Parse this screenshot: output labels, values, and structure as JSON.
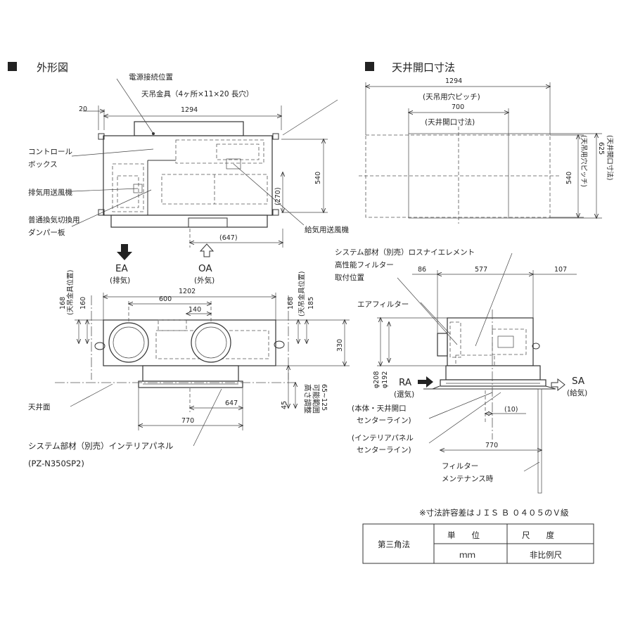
{
  "headings": {
    "outline": "外形図",
    "ceiling_opening": "天井開口寸法"
  },
  "outline_top": {
    "label_power_connection": "電源接続位置",
    "label_hanger": "天吊金具（4ヶ所×11×20 長穴）",
    "dim_20": "20",
    "dim_1294": "1294",
    "label_control_box_1": "コントロール",
    "label_control_box_2": "ボックス",
    "label_exhaust_fan": "排気用送風機",
    "label_damper_1": "普通換気切換用",
    "label_damper_2": "ダンパー板",
    "label_supply_fan": "給気用送風機",
    "dim_540": "540",
    "dim_270": "(270)",
    "dim_647": "(647)"
  },
  "outline_front": {
    "ea_1": "EA",
    "ea_2": "(排気)",
    "oa_1": "OA",
    "oa_2": "(外気)",
    "hanger_pos_left": "(天吊金具位置)",
    "hanger_pos_right": "(天吊金具位置)",
    "dim_168_l": "168",
    "dim_160": "160",
    "dim_168_r": "168",
    "dim_185": "185",
    "dim_1202": "1202",
    "dim_600": "600",
    "dim_140": "140",
    "dim_330": "330",
    "label_ceiling": "天井面",
    "dim_45": "45",
    "label_height_adjust_1": "高さ調整",
    "label_height_adjust_2": "可能範囲",
    "label_height_adjust_3": "65~125",
    "dim_647": "647",
    "dim_770": "770",
    "label_panel": "システム部材（別売）インテリアパネル",
    "panel_model": "(PZ-N350SP2)"
  },
  "ceiling": {
    "dim_1294": "1294",
    "label_pitch": "(天吊用穴ピッチ)",
    "dim_700": "700",
    "label_opening": "(天井開口寸法)",
    "dim_540": "540",
    "label_pitch_v": "(天吊用穴ピッチ)",
    "dim_625": "625",
    "label_opening_v": "(天井開口寸法)"
  },
  "side": {
    "label_element": "システム部材（別売）ロスナイエレメント",
    "label_filter_1": "高性能フィルター",
    "label_filter_2": "取付位置",
    "dim_86": "86",
    "dim_577": "577",
    "dim_107": "107",
    "label_air_filter": "エアフィルター",
    "dim_208": "φ208",
    "dim_192": "φ192",
    "ra_1": "RA",
    "ra_2": "(還気)",
    "sa_1": "SA",
    "sa_2": "(給気)",
    "label_center_1": "(本体・天井開口",
    "label_center_2": "センターライン)",
    "dim_10": "(10)",
    "label_panel_center_1": "(インテリアパネル",
    "label_panel_center_2": "センターライン)",
    "dim_770": "770",
    "label_filter_maint_1": "フィルター",
    "label_filter_maint_2": "メンテナンス時"
  },
  "note": "※寸法許容差はＪＩＳ Ｂ ０４０５のＶ級",
  "title_block": {
    "projection": "第三角法",
    "unit_label": "単　　位",
    "unit_value": "ｍｍ",
    "scale_label": "尺　　度",
    "scale_value": "非比例尺"
  }
}
